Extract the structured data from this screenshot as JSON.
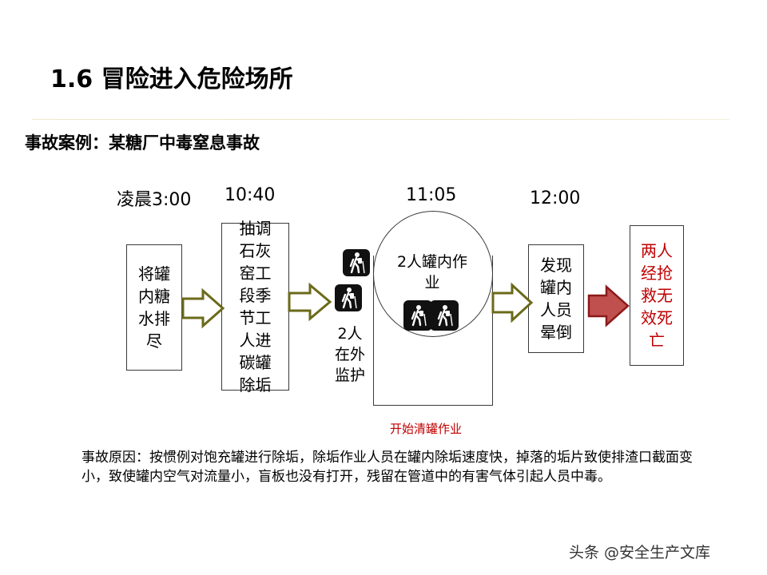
{
  "header": {
    "title": "1.6 冒险进入危险场所",
    "subtitle": "事故案例：某糖厂中毒窒息事故"
  },
  "timeline": {
    "times": [
      "凌晨3:00",
      "10:40",
      "11:05",
      "12:00"
    ],
    "steps": [
      "将罐内糖水排尽",
      "抽调石灰窑工段季节工人进碳罐除垢",
      "2人罐内作业",
      "发现罐内人员晕倒",
      "两人经抢救无效死亡"
    ],
    "monitor_label": "2人在外监护",
    "tank_caption": "开始清罐作业"
  },
  "reason": "事故原因：按惯例对饱充罐进行除垢，除垢作业人员在罐内除垢速度快，掉落的垢片致使排渣口截面变小，致使罐内空气对流量小，盲板也没有打开，残留在管道中的有害气体引起人员中毒。",
  "watermark": "头条 @安全生产文库",
  "colors": {
    "arrow_fill": "#ffffff",
    "arrow_stroke": "#6b6a1a",
    "arrow_final_fill": "#c0504d",
    "arrow_final_stroke": "#8b1a1a",
    "warning_text": "#c00000"
  },
  "icons": [
    "hiker-icon",
    "hiker-icon",
    "hiker-icon",
    "hiker-icon"
  ]
}
